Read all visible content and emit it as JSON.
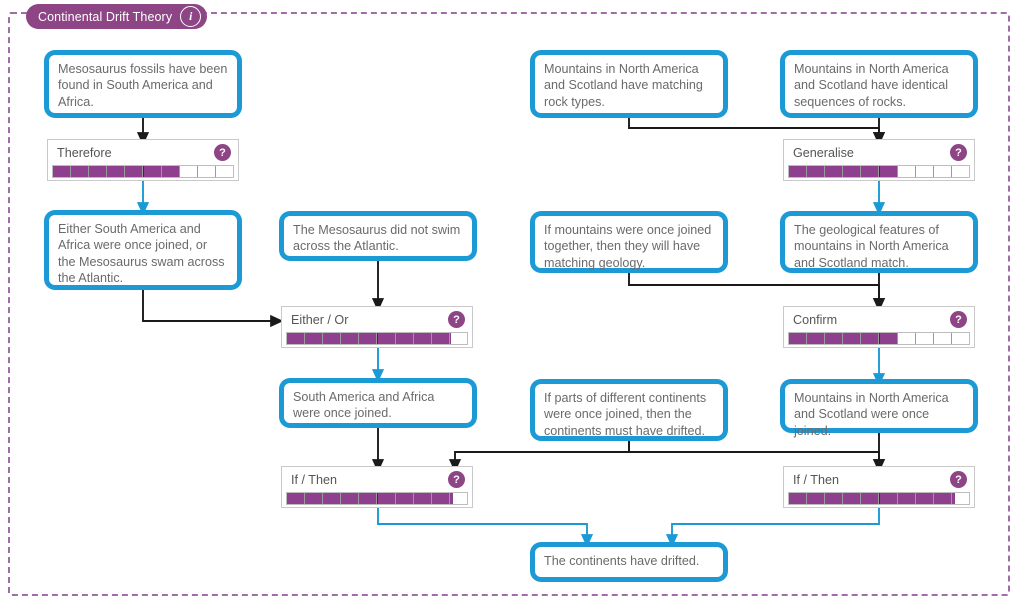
{
  "frame": {
    "title": "Continental Drift Theory",
    "info_icon": "info-icon",
    "accent_purple": "#8e4585",
    "accent_blue": "#1b9ad6",
    "border_color": "#a06ea6",
    "bar_fill": "#8e3f8e"
  },
  "claims": [
    {
      "id": "c1",
      "text": "Mesosaurus fossils have been found in South America and Africa."
    },
    {
      "id": "c2",
      "text": "Either South America and Africa were once joined, or the Mesosaurus swam across the Atlantic."
    },
    {
      "id": "c3",
      "text": "The Mesosaurus did not swim across the Atlantic."
    },
    {
      "id": "c4",
      "text": "South America and Africa were once joined."
    },
    {
      "id": "c5",
      "text": "Mountains in North America and Scotland have matching rock types."
    },
    {
      "id": "c6",
      "text": "Mountains in North America and Scotland have identical sequences of rocks."
    },
    {
      "id": "c7",
      "text": "If mountains were once joined together, then they will have matching geology."
    },
    {
      "id": "c8",
      "text": "The geological features of mountains in North America and Scotland match."
    },
    {
      "id": "c9",
      "text": "If parts of different continents were once joined, then the continents must have drifted."
    },
    {
      "id": "c10",
      "text": "Mountains in North America and Scotland were once joined."
    },
    {
      "id": "c11",
      "text": "The continents have drifted."
    }
  ],
  "operators": [
    {
      "id": "o1",
      "label": "Therefore",
      "help": "?",
      "fill_percent": 70,
      "segments": 10,
      "midpoint_percent": 50
    },
    {
      "id": "o2",
      "label": "Generalise",
      "help": "?",
      "fill_percent": 60,
      "segments": 10,
      "midpoint_percent": 50
    },
    {
      "id": "o3",
      "label": "Either / Or",
      "help": "?",
      "fill_percent": 91,
      "segments": 10,
      "midpoint_percent": 50
    },
    {
      "id": "o4",
      "label": "Confirm",
      "help": "?",
      "fill_percent": 60,
      "segments": 10,
      "midpoint_percent": 50
    },
    {
      "id": "o5",
      "label": "If / Then",
      "help": "?",
      "fill_percent": 92,
      "segments": 10,
      "midpoint_percent": 50
    },
    {
      "id": "o6",
      "label": "If / Then",
      "help": "?",
      "fill_percent": 92,
      "segments": 10,
      "midpoint_percent": 50
    }
  ]
}
